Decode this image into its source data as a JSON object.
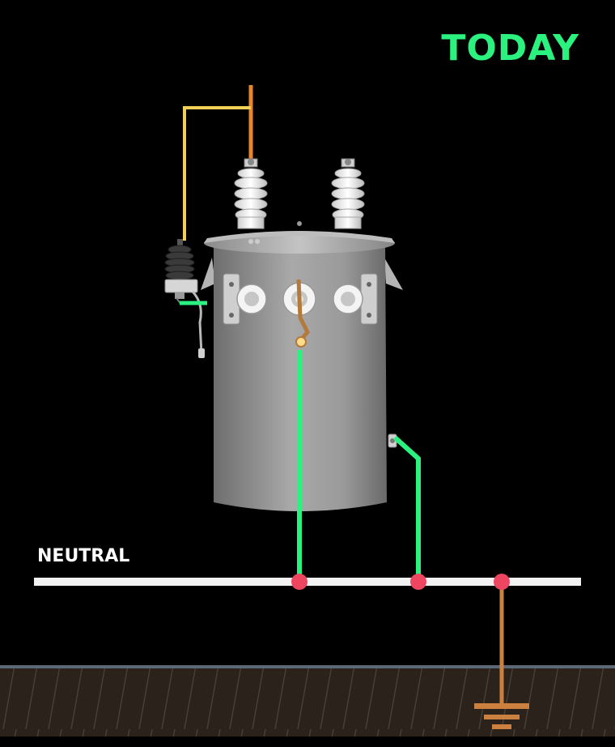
{
  "header": {
    "title": "TODAY"
  },
  "labels": {
    "neutral": "NEUTRAL"
  },
  "colors": {
    "title": "#2bf27f",
    "ground_wire": "#2bf27f",
    "primary_wire": "#e8872a",
    "arrester_wire": "#f2cf55",
    "neutral_line": "#f2f2f2",
    "junction": "#ee4660",
    "earth_ground": "#cc8040",
    "soil": "#2a221b"
  },
  "icons": [
    "transformer-tank",
    "bushing-insulator",
    "surge-arrester",
    "ground-symbol"
  ]
}
